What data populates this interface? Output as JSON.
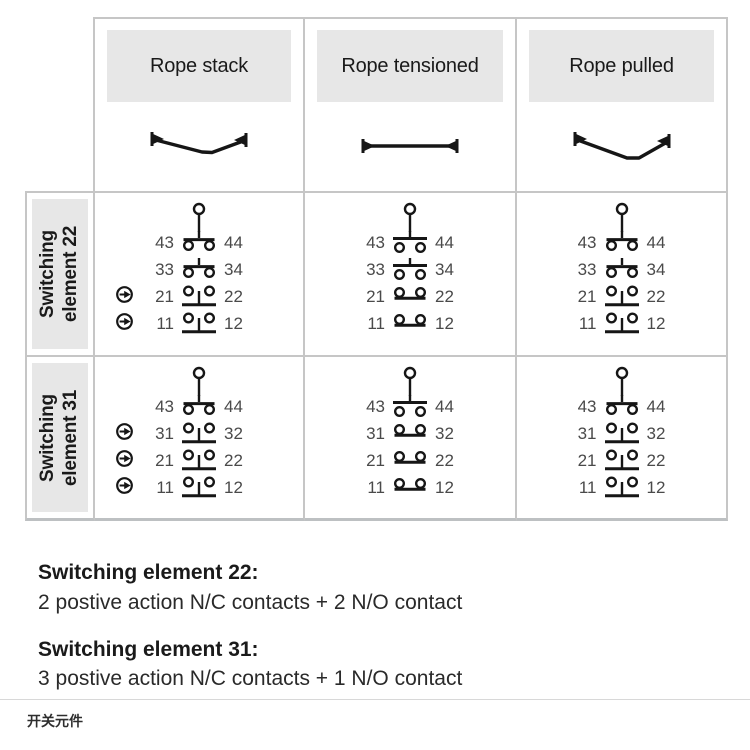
{
  "colors": {
    "header_bg": "#e7e7e7",
    "table_border": "#c6c6c6",
    "table_bottom_border": "#bdc0c2",
    "symbol_ink": "#161616",
    "terminal_number_text": "#4a4a4a",
    "text": "#1a1a1a"
  },
  "table": {
    "columns": [
      {
        "label": "Rope stack",
        "rope": "slack"
      },
      {
        "label": "Rope tensioned",
        "rope": "tensioned"
      },
      {
        "label": "Rope pulled",
        "rope": "pulled"
      }
    ],
    "rows": [
      {
        "label_line1": "Switching",
        "label_line2": "element 22",
        "cells": [
          {
            "contacts": [
              {
                "left": "43",
                "right": "44",
                "type": "no-closed",
                "arrow": false
              },
              {
                "left": "33",
                "right": "34",
                "type": "no-closed",
                "arrow": false
              },
              {
                "left": "21",
                "right": "22",
                "type": "nc-open",
                "arrow": true
              },
              {
                "left": "11",
                "right": "12",
                "type": "nc-open",
                "arrow": true
              }
            ]
          },
          {
            "contacts": [
              {
                "left": "43",
                "right": "44",
                "type": "no-open",
                "arrow": false
              },
              {
                "left": "33",
                "right": "34",
                "type": "no-open",
                "arrow": false
              },
              {
                "left": "21",
                "right": "22",
                "type": "nc-closed",
                "arrow": false
              },
              {
                "left": "11",
                "right": "12",
                "type": "nc-closed",
                "arrow": false
              }
            ]
          },
          {
            "contacts": [
              {
                "left": "43",
                "right": "44",
                "type": "no-closed",
                "arrow": false
              },
              {
                "left": "33",
                "right": "34",
                "type": "no-closed",
                "arrow": false
              },
              {
                "left": "21",
                "right": "22",
                "type": "nc-open",
                "arrow": false
              },
              {
                "left": "11",
                "right": "12",
                "type": "nc-open",
                "arrow": false
              }
            ]
          }
        ]
      },
      {
        "label_line1": "Switching",
        "label_line2": "element 31",
        "cells": [
          {
            "contacts": [
              {
                "left": "43",
                "right": "44",
                "type": "no-closed",
                "arrow": false
              },
              {
                "left": "31",
                "right": "32",
                "type": "nc-open",
                "arrow": true
              },
              {
                "left": "21",
                "right": "22",
                "type": "nc-open",
                "arrow": true
              },
              {
                "left": "11",
                "right": "12",
                "type": "nc-open",
                "arrow": true
              }
            ]
          },
          {
            "contacts": [
              {
                "left": "43",
                "right": "44",
                "type": "no-open",
                "arrow": false
              },
              {
                "left": "31",
                "right": "32",
                "type": "nc-closed",
                "arrow": false
              },
              {
                "left": "21",
                "right": "22",
                "type": "nc-closed",
                "arrow": false
              },
              {
                "left": "11",
                "right": "12",
                "type": "nc-closed",
                "arrow": false
              }
            ]
          },
          {
            "contacts": [
              {
                "left": "43",
                "right": "44",
                "type": "no-closed",
                "arrow": false
              },
              {
                "left": "31",
                "right": "32",
                "type": "nc-open",
                "arrow": false
              },
              {
                "left": "21",
                "right": "22",
                "type": "nc-open",
                "arrow": false
              },
              {
                "left": "11",
                "right": "12",
                "type": "nc-open",
                "arrow": false
              }
            ]
          }
        ]
      }
    ]
  },
  "notes": [
    {
      "title": "Switching element 22:",
      "body": "2 postive action N/C contacts + 2 N/O contact"
    },
    {
      "title": "Switching element 31:",
      "body": "3 postive action N/C contacts + 1 N/O contact"
    }
  ],
  "footer": {
    "caption": "开关元件"
  }
}
